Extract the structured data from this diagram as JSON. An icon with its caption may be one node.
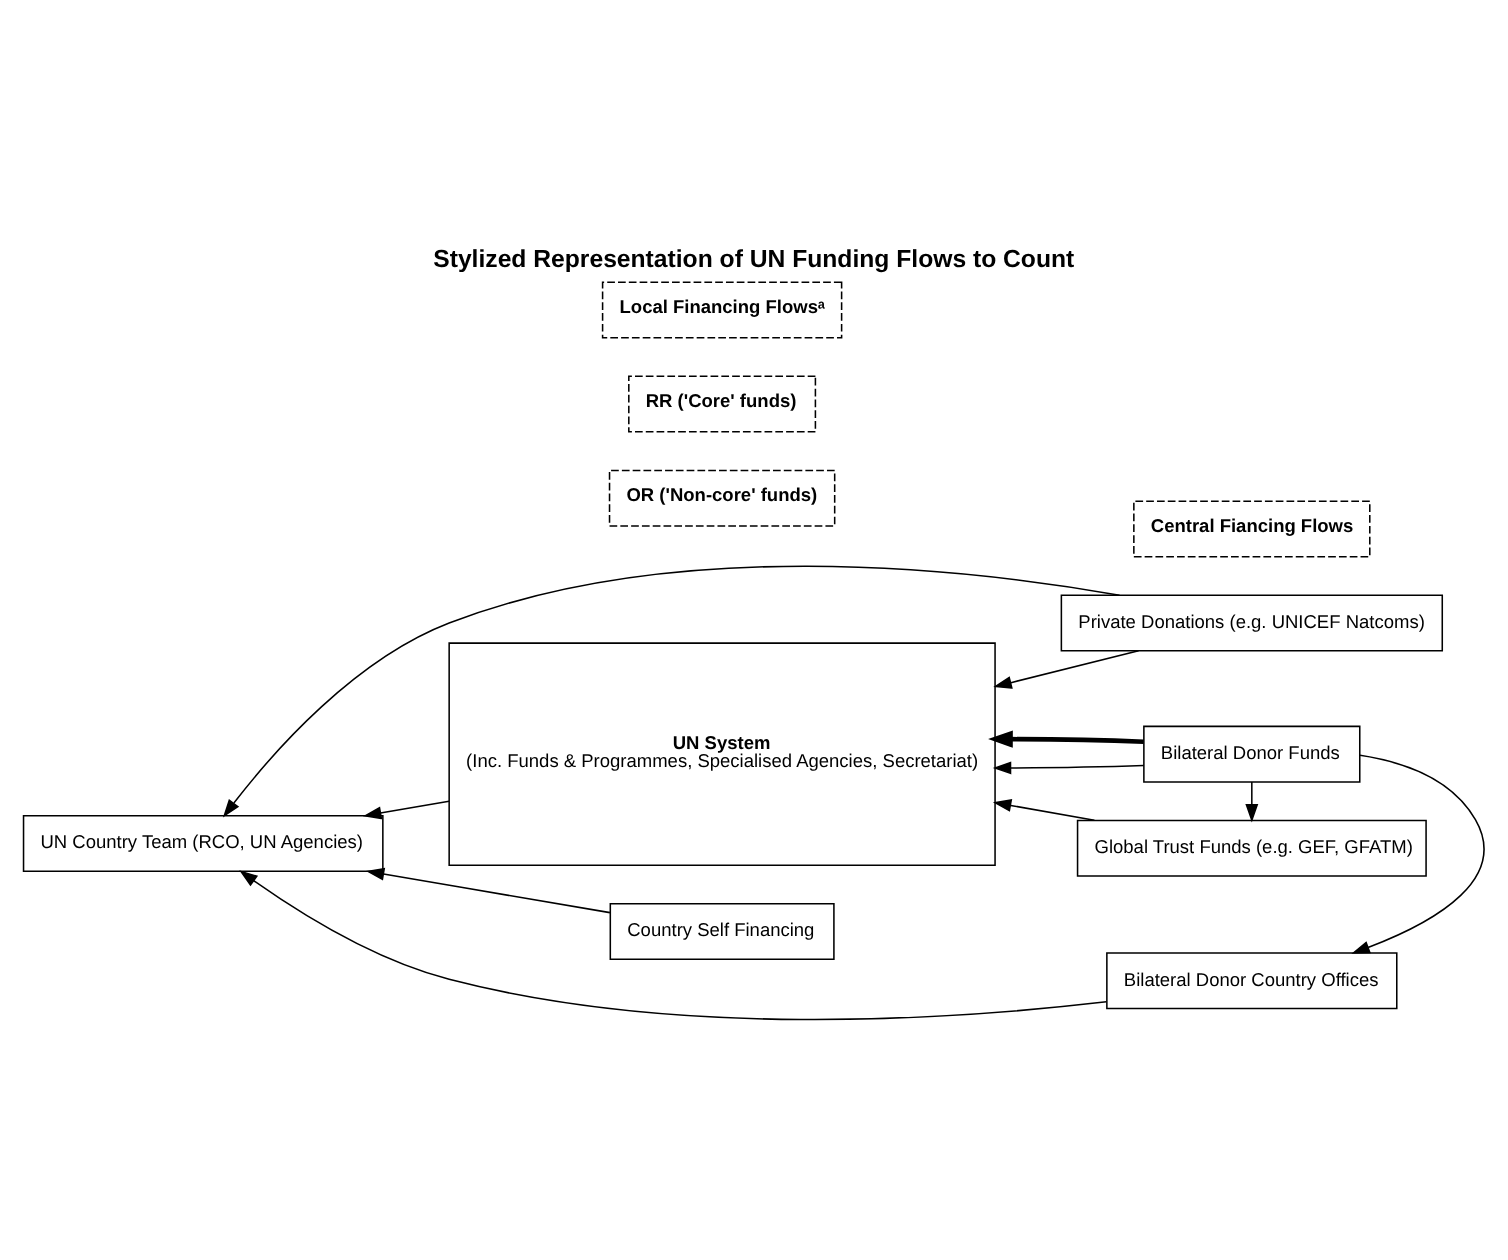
{
  "diagram": {
    "title": "Stylized Representation of UN Funding Flows to Count",
    "nodes": [
      {
        "text": [
          "Private Donations (e.g. UNICEF Natcoms)"
        ]
      },
      {
        "text": [
          "UN System",
          "(Inc. Funds & Programmes, Specialised Agencies, Secretariat)"
        ]
      },
      {
        "text": [
          "OR ('Non-core' funds)"
        ]
      },
      {
        "text": [
          "Global Trust Funds (e.g. GEF, GFATM)"
        ]
      },
      {
        "text": [
          "RR ('Core' funds)"
        ]
      },
      {
        "text": [
          "Bilateral Donor Funds"
        ]
      },
      {
        "text": [
          "Central Fiancing Flows"
        ]
      },
      {
        "text": [
          "UN Country Team (RCO, UN Agencies)"
        ]
      },
      {
        "text": [
          "Local Financing Flowsᵃ"
        ]
      },
      {
        "text": [
          "Country Self Financing"
        ]
      },
      {
        "text": [
          "Bilateral Donor Country Offices"
        ]
      }
    ],
    "edges": [
      {
        "from": 0,
        "to": 7,
        "arrow": "to"
      },
      {
        "from": 0,
        "to": 1,
        "arrow": "to"
      },
      {
        "from": 3,
        "to": 1,
        "arrow": "to"
      },
      {
        "from": 5,
        "to": 1,
        "arrow": "to"
      },
      {
        "from": 5,
        "to": 3,
        "arrow": "to"
      },
      {
        "from": 5,
        "to": 1,
        "arrow": "to",
        "style": "thick"
      },
      {
        "from": 1,
        "to": 7,
        "arrow": "to"
      },
      {
        "from": 5,
        "to": 10,
        "arrow": "to"
      },
      {
        "from": 9,
        "to": 7,
        "arrow": "to"
      },
      {
        "from": 10,
        "to": 7,
        "arrow": "to"
      }
    ]
  }
}
